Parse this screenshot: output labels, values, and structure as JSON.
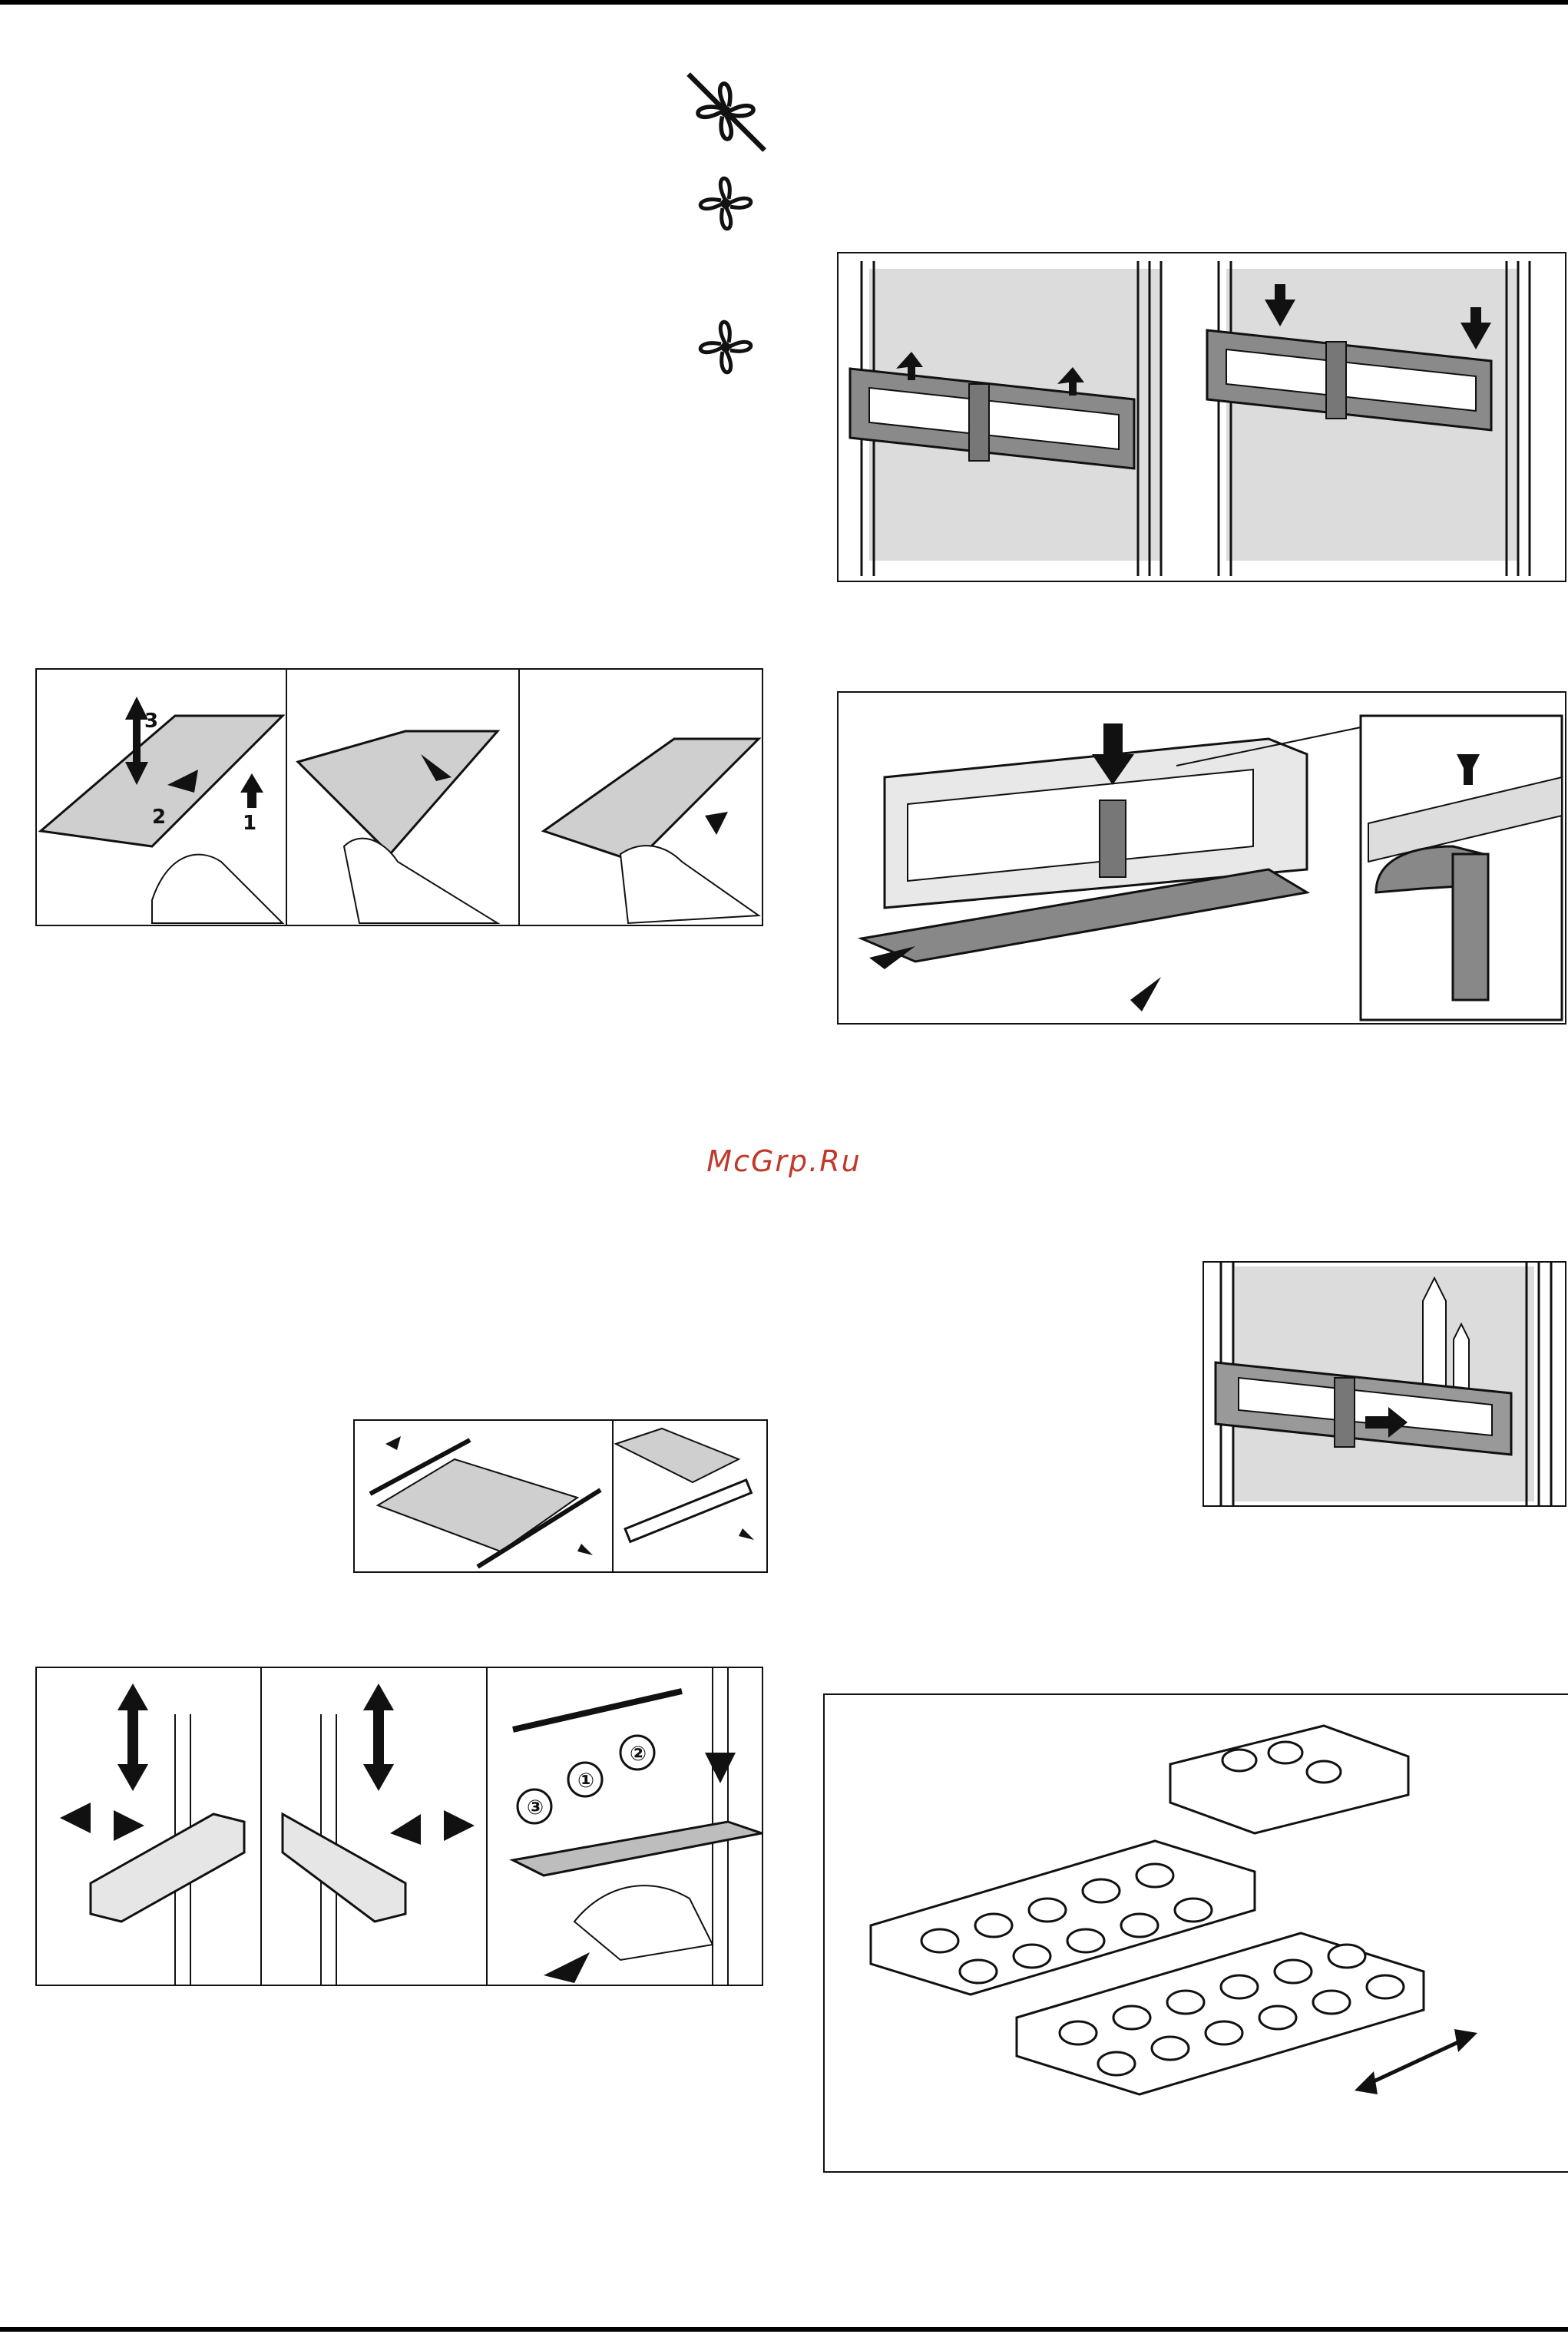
{
  "watermark": {
    "text": "McGrp.Ru"
  },
  "icons": {
    "fan_off": "fan-crossed-icon",
    "fan_on_1": "fan-icon",
    "fan_on_2": "fan-icon"
  },
  "figures": {
    "shelf_removal": {
      "step_labels": [
        "3",
        "2",
        "1"
      ]
    },
    "shelf_support": {
      "callouts": [
        "③",
        "①",
        "②"
      ]
    }
  },
  "colors": {
    "text": "#111111",
    "watermark": "#c0392b",
    "panel_fill": "#d9d9d9",
    "part": "#888888"
  }
}
